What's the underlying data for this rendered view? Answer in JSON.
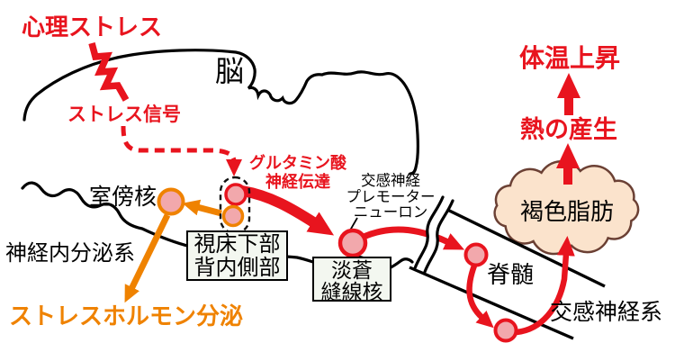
{
  "labels": {
    "psych_stress": "心理ストレス",
    "brain": "脳",
    "stress_signal": "ストレス信号",
    "glutamate_lines": [
      "グルタミン酸",
      "神経伝達"
    ],
    "pvn": "室傍核",
    "neuroendocrine": "神経内分泌系",
    "stress_hormone": "ストレスホルモン分泌",
    "hypothalamus_lines": [
      "視床下部",
      "背内側部"
    ],
    "raphe_lines": [
      "淡蒼",
      "縫線核"
    ],
    "premotor_lines": [
      "交感神経",
      "プレモーター",
      "ニューロン"
    ],
    "spinal_cord": "脊髄",
    "sympathetic_system": "交感神経系",
    "brown_fat": "褐色脂肪",
    "heat_production": "熱の産生",
    "temp_rise": "体温上昇"
  },
  "colors": {
    "red": "#e8141e",
    "orange": "#ef8200",
    "neuron_fill": "#f2a8ac",
    "cloud_fill": "#fbe3cc",
    "cloud_outline": "#6b4034",
    "box_fill": "#f3f7f0",
    "black": "#000000"
  }
}
